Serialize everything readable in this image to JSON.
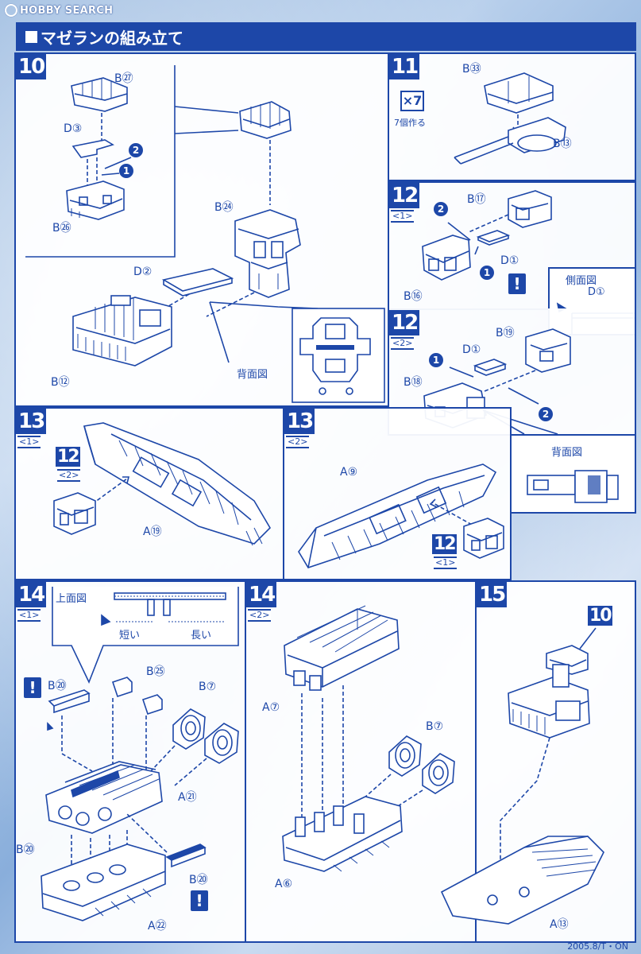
{
  "watermark": {
    "brand": "HOBBY SEARCH",
    "tag": ""
  },
  "header": {
    "title": "マゼランの組み立て"
  },
  "steps": {
    "s10": {
      "num": "10",
      "labels": {
        "b27": "B㉗",
        "d3": "D③",
        "b26": "B㉖",
        "b24": "B㉔",
        "d2": "D②",
        "b12": "B⑫"
      },
      "circle1": "1",
      "circle2": "2",
      "back_view": "背面図"
    },
    "s11": {
      "num": "11",
      "times": "×7",
      "note": "7個作る",
      "labels": {
        "b33": "B㉝",
        "b13": "B⑬"
      }
    },
    "s12_1": {
      "num": "12",
      "sub": "<1>",
      "labels": {
        "b17": "B⑰",
        "d1": "D①",
        "b16": "B⑯"
      },
      "circle1": "1",
      "circle2": "2",
      "warn": "!",
      "side_view": "側面図",
      "side_label": "D①"
    },
    "s12_2": {
      "num": "12",
      "sub": "<2>",
      "labels": {
        "b19": "B⑲",
        "d1": "D①",
        "b18": "B⑱"
      },
      "circle1": "1",
      "circle2": "2",
      "back_view": "背面図"
    },
    "s13_1": {
      "num": "13",
      "sub": "<1>",
      "ref_num": "12",
      "ref_sub": "<2>",
      "labels": {
        "a19": "A⑲"
      }
    },
    "s13_2": {
      "num": "13",
      "sub": "<2>",
      "ref_num": "12",
      "ref_sub": "<1>",
      "labels": {
        "a9": "A⑨"
      }
    },
    "s14_1": {
      "num": "14",
      "sub": "<1>",
      "top_view": "上面図",
      "short": "短い",
      "long": "長い",
      "warn": "!",
      "labels": {
        "b20a": "B⑳",
        "b25": "B㉕",
        "b7": "B⑦",
        "a21": "A㉑",
        "b20b": "B⑳",
        "b20c": "B⑳",
        "a22": "A㉒"
      }
    },
    "s14_2": {
      "num": "14",
      "sub": "<2>",
      "labels": {
        "a7": "A⑦",
        "b7": "B⑦",
        "a6": "A⑥"
      }
    },
    "s15": {
      "num": "15",
      "ref_num": "10",
      "labels": {
        "a13": "A⑬"
      }
    }
  },
  "footer": {
    "code": "2005.8/T・ON"
  },
  "colors": {
    "ink": "#1d47a8",
    "panel": "#ffffff",
    "bg": "#a9c4e6"
  }
}
